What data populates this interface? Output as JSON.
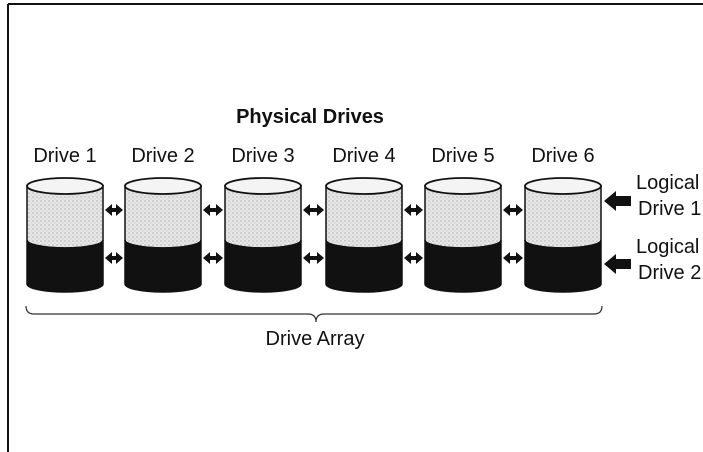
{
  "title": "Physical Drives",
  "drives": [
    "Drive 1",
    "Drive 2",
    "Drive 3",
    "Drive 4",
    "Drive 5",
    "Drive 6"
  ],
  "logical_drives": [
    {
      "line1": "Logical",
      "line2": "Drive 1"
    },
    {
      "line1": "Logical",
      "line2": "Drive 2"
    }
  ],
  "array_label": "Drive Array",
  "colors": {
    "top_section": "#d9d9d9",
    "bottom_section": "#111111",
    "border": "#111111"
  },
  "icons": {
    "connector": "double-arrow-icon",
    "pointer": "left-arrow-icon"
  }
}
